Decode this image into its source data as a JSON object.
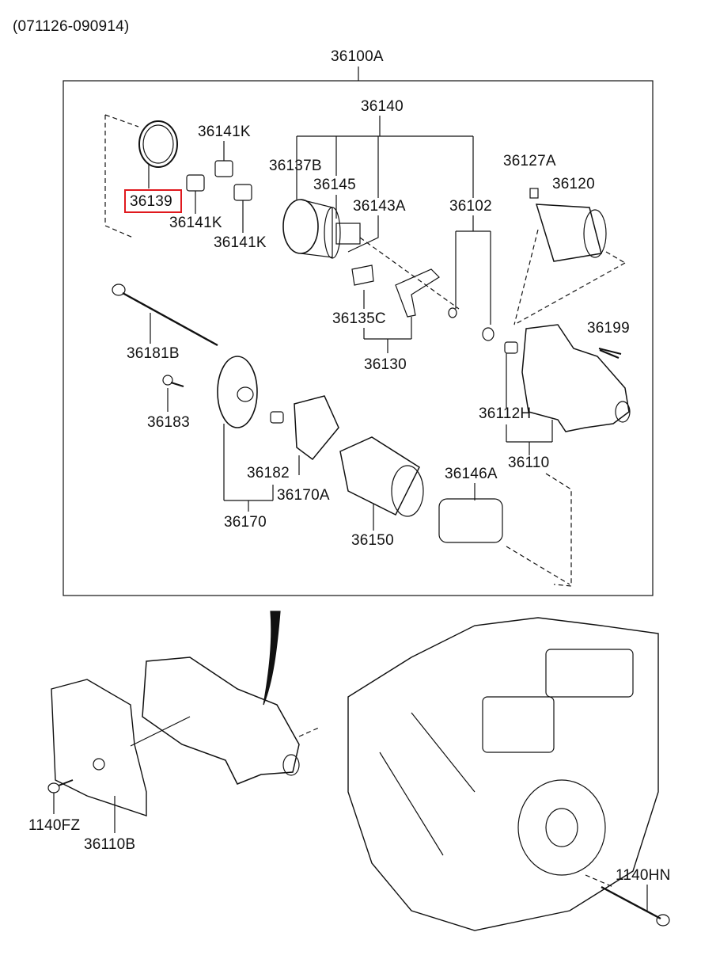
{
  "header": {
    "date_range": "(071126-090914)"
  },
  "assembly": {
    "label": "36100A"
  },
  "highlight": {
    "part": "36139",
    "color": "#e0191e"
  },
  "parts": {
    "p36140": "36140",
    "p36141K_top": "36141K",
    "p36137B": "36137B",
    "p36145": "36145",
    "p36143A": "36143A",
    "p36102": "36102",
    "p36127A": "36127A",
    "p36120": "36120",
    "p36139": "36139",
    "p36141K_mid": "36141K",
    "p36141K_low": "36141K",
    "p36135C": "36135C",
    "p36130": "36130",
    "p36181B": "36181B",
    "p36199": "36199",
    "p36183": "36183",
    "p36112H": "36112H",
    "p36182": "36182",
    "p36170A": "36170A",
    "p36146A": "36146A",
    "p36110": "36110",
    "p36170": "36170",
    "p36150": "36150",
    "p1140FZ": "1140FZ",
    "p36110B": "36110B",
    "p1140HN": "1140HN"
  }
}
